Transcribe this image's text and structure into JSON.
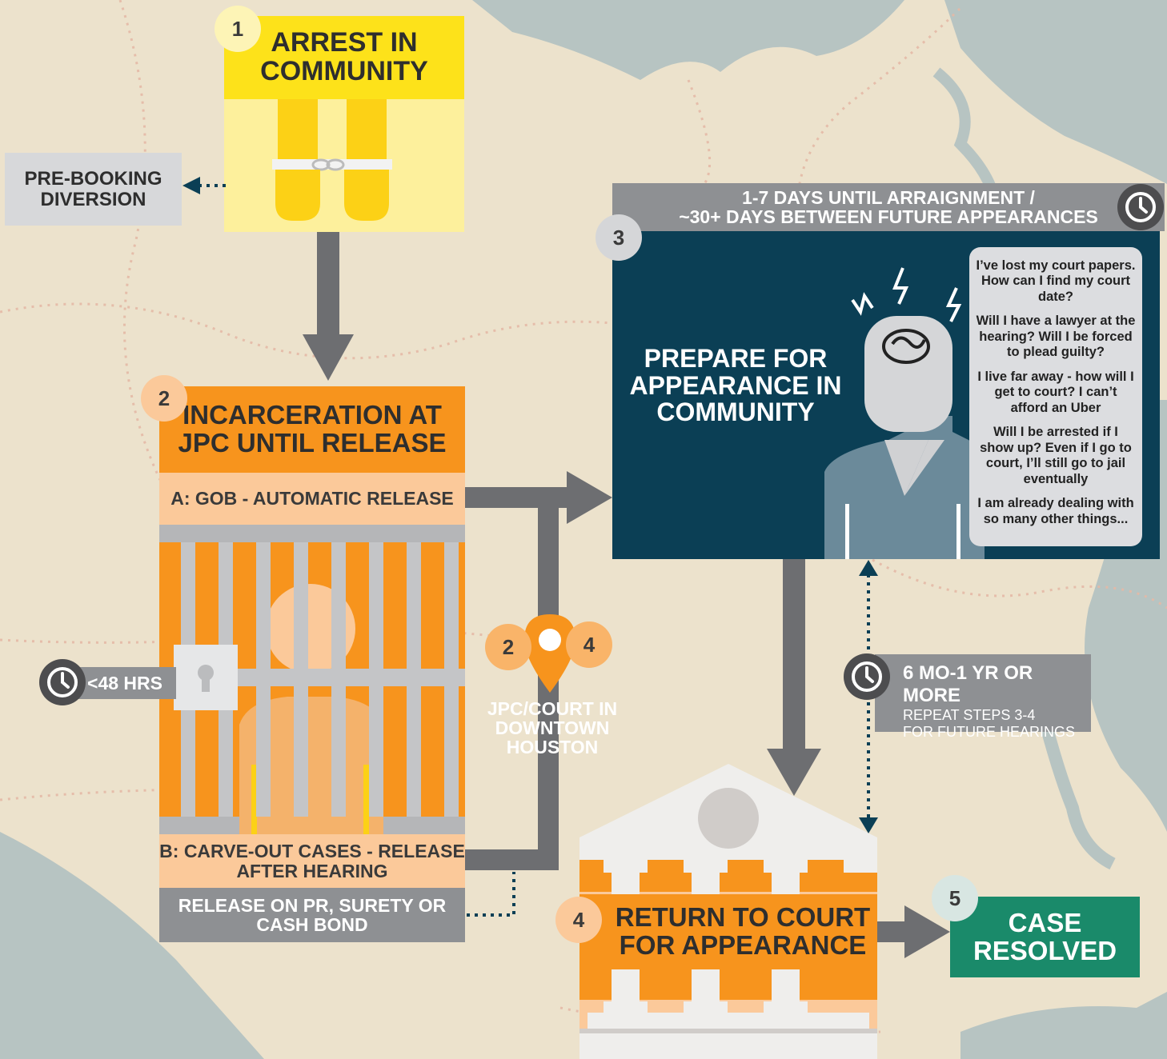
{
  "steps": {
    "s1": {
      "num": "1",
      "title": "ARREST IN COMMUNITY"
    },
    "prebook": "PRE-BOOKING DIVERSION",
    "s2": {
      "num": "2",
      "title": "INCARCERATION AT JPC UNTIL RELEASE",
      "a": "A: GOB - AUTOMATIC RELEASE",
      "b": "B: CARVE-OUT CASES - RELEASE AFTER HEARING",
      "c": "RELEASE ON PR, SURETY OR CASH BOND",
      "time": "<48 HRS"
    },
    "s3": {
      "num": "3",
      "title": "PREPARE FOR APPEARANCE IN COMMUNITY",
      "time_line1": "1-7 DAYS UNTIL ARRAIGNMENT /",
      "time_line2": "~30+ DAYS BETWEEN FUTURE APPEARANCES",
      "questions": [
        "I’ve lost my court papers. How can I find my court date?",
        "Will I have a lawyer at the hearing? Will I be forced to plead guilty?",
        "I live far away - how will I get to court? I can’t afford an Uber",
        "Will I be arrested if I show up? Even if I go to court, I’ll still go to jail eventually",
        "I am already dealing with so many other things..."
      ]
    },
    "pin": {
      "left": "2",
      "right": "4",
      "label": "JPC/COURT IN DOWNTOWN HOUSTON"
    },
    "repeat": {
      "big": "6 MO-1 YR OR MORE",
      "small1": "REPEAT STEPS 3-4",
      "small2": "FOR FUTURE HEARINGS"
    },
    "s4": {
      "num": "4",
      "title": "RETURN TO COURT FOR APPEARANCE"
    },
    "s5": {
      "num": "5",
      "title": "CASE RESOLVED"
    }
  },
  "colors": {
    "yellow": "#fde21a",
    "orange": "#f7941d",
    "peach": "#fbc99a",
    "navy": "#0b3f55",
    "gray": "#8e9093",
    "arrow": "#6d6e71",
    "green": "#1a8a6a"
  }
}
